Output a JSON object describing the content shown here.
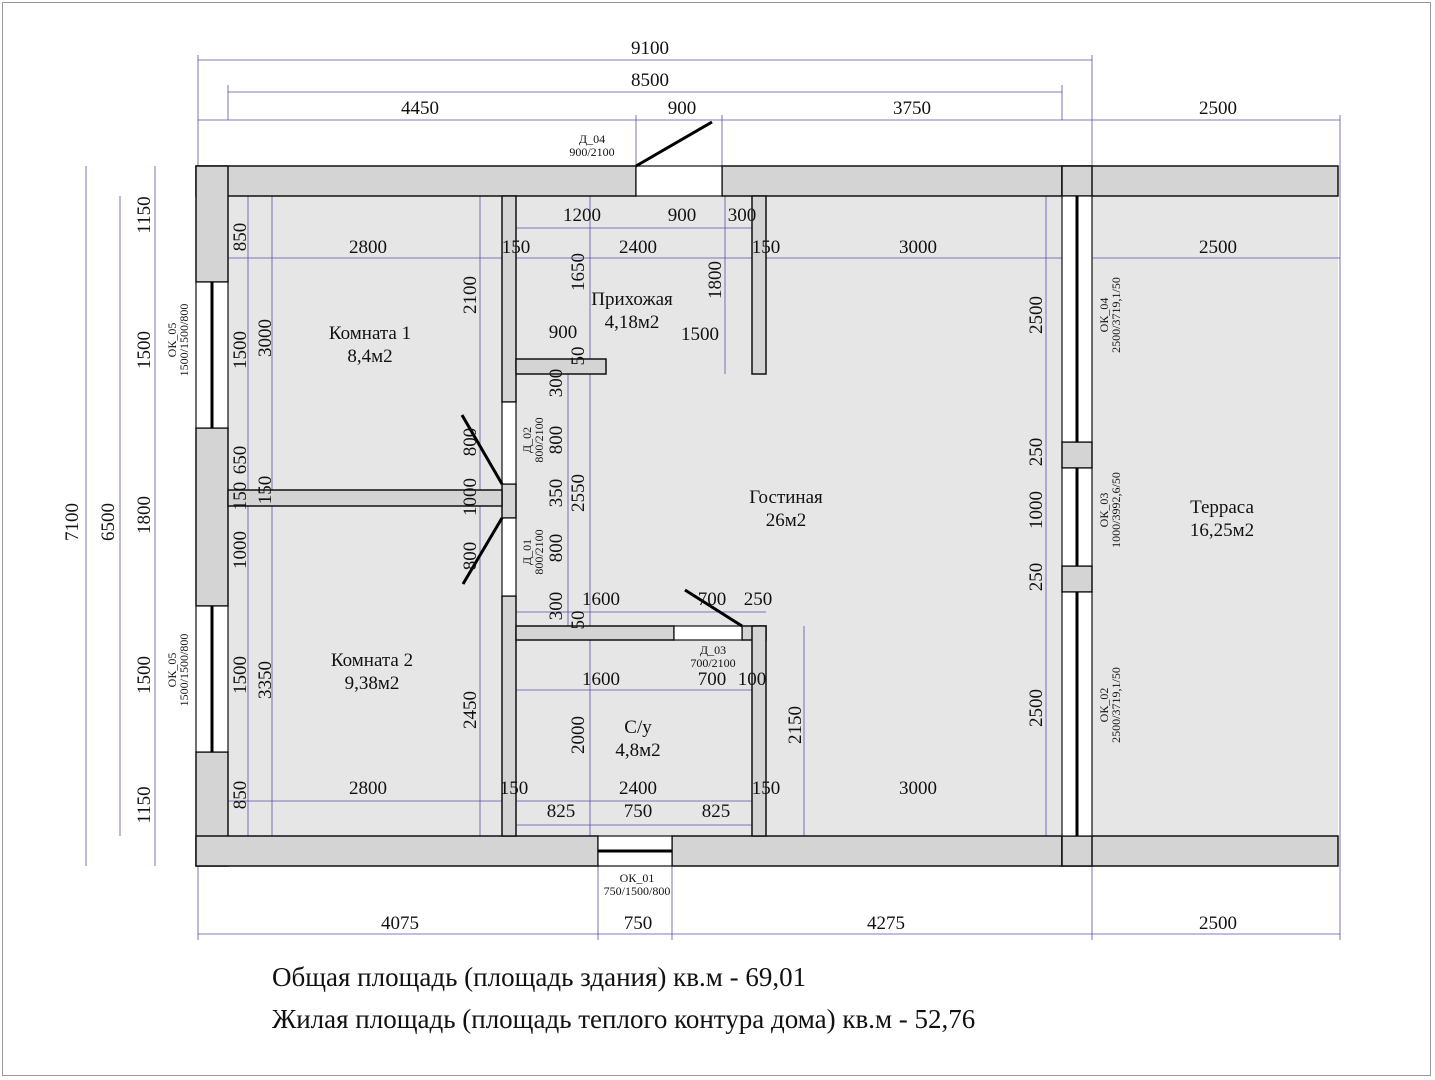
{
  "dims": [
    "9100",
    "8500",
    "4450",
    "900",
    "3750",
    "2500",
    "1200",
    "900",
    "300",
    "2800",
    "150",
    "2400",
    "150",
    "3000",
    "2500",
    "900",
    "1500",
    "1600",
    "700",
    "250",
    "1600",
    "700",
    "100",
    "2800",
    "150",
    "2400",
    "150",
    "3000",
    "825",
    "750",
    "825",
    "4075",
    "750",
    "4275",
    "2500"
  ],
  "vdims": [
    "7100",
    "6500",
    "1150",
    "1500",
    "1800",
    "1500",
    "1150",
    "850",
    "1500",
    "650",
    "150",
    "1000",
    "1500",
    "850",
    "3000",
    "150",
    "3350",
    "2100",
    "800",
    "1000",
    "800",
    "2450",
    "1650",
    "50",
    "300",
    "800",
    "350",
    "2550",
    "800",
    "300",
    "50",
    "2000",
    "1800",
    "2150",
    "2500",
    "250",
    "1000",
    "250",
    "2500"
  ],
  "openings": [
    {
      "code": "ОК_05",
      "spec": "1500/1500/800"
    },
    {
      "code": "ОК_05",
      "spec": "1500/1500/800"
    },
    {
      "code": "ОК_04",
      "spec": "2500/3719,1/50"
    },
    {
      "code": "ОК_03",
      "spec": "1000/3992,6/50"
    },
    {
      "code": "ОК_02",
      "spec": "2500/3719,1/50"
    },
    {
      "code": "Д_02",
      "spec": "800/2100"
    },
    {
      "code": "Д_01",
      "spec": "800/2100"
    },
    {
      "code": "Д_04",
      "spec": "900/2100"
    },
    {
      "code": "Д_03",
      "spec": "700/2100"
    },
    {
      "code": "ОК_01",
      "spec": "750/1500/800"
    }
  ],
  "rooms": [
    {
      "name": "Комната 1",
      "area": "8,4м2"
    },
    {
      "name": "Комната 2",
      "area": "9,38м2"
    },
    {
      "name": "Прихожая",
      "area": "4,18м2"
    },
    {
      "name": "Гостиная",
      "area": "26м2"
    },
    {
      "name": "С/у",
      "area": "4,8м2"
    },
    {
      "name": "Терраса",
      "area": "16,25м2"
    }
  ],
  "footer": {
    "total": "Общая площадь (площадь здания) кв.м - 69,01",
    "living": "Жилая площадь (площадь теплого контура дома) кв.м - 52,76"
  },
  "colors": {
    "wall": "#d4d4d4",
    "interior": "#e6e6e6",
    "dimension": "#5b4fa8"
  }
}
